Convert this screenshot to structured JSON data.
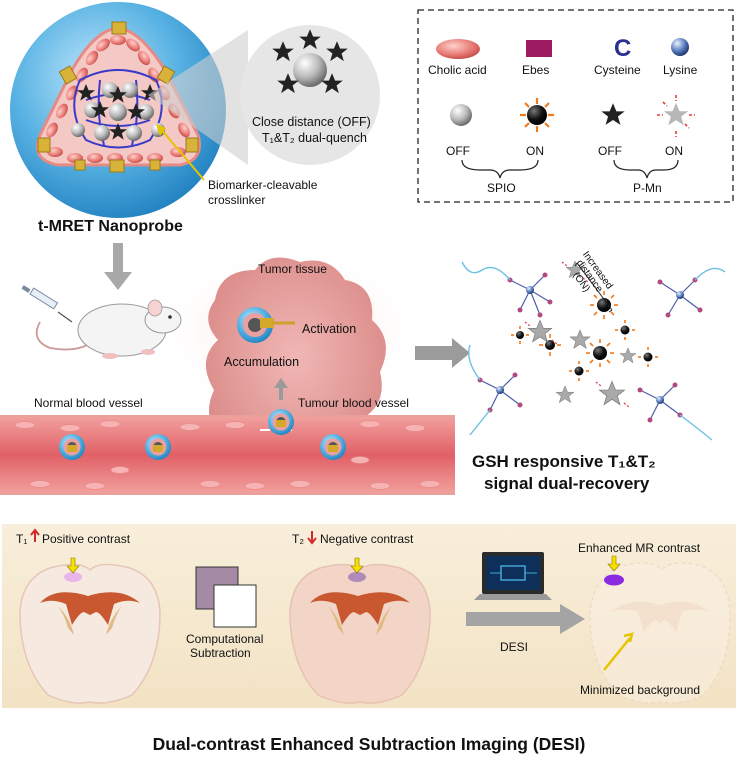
{
  "nanoprobe": {
    "close_distance": "Close distance (OFF)",
    "dual_quench": "T₁&T₂ dual-quench",
    "crosslinker_line1": "Biomarker-cleavable",
    "crosslinker_line2": "crosslinker",
    "title": "t-MRET Nanoprobe"
  },
  "legend": {
    "cholic_acid": "Cholic acid",
    "ebes": "Ebes",
    "cysteine": "Cysteine",
    "lysine": "Lysine",
    "off1": "OFF",
    "on1": "ON",
    "off2": "OFF",
    "on2": "ON",
    "spio": "SPIO",
    "pmn": "P-Mn"
  },
  "delivery": {
    "tumor_tissue": "Tumor tissue",
    "activation": "Activation",
    "accumulation": "Accumulation",
    "normal_vessel": "Normal blood vessel",
    "tumour_vessel": "Tumour blood vessel"
  },
  "recovery": {
    "increased_distance": [
      "Increased",
      "distance",
      "(ON)"
    ],
    "title_line1": "GSH responsive T₁&T₂",
    "title_line2": "signal dual-recovery"
  },
  "desi_panel": {
    "t1_label": "T₁",
    "positive_contrast": "Positive contrast",
    "t2_label": "T₂",
    "negative_contrast": "Negative contrast",
    "computational": "Computational",
    "subtraction": "Subtraction",
    "desi": "DESI",
    "enhanced": "Enhanced MR contrast",
    "minimized": "Minimized background"
  },
  "footer": {
    "title": "Dual-contrast Enhanced Subtraction Imaging (DESI)"
  },
  "colors": {
    "shell_blue": "#4aa6dc",
    "cholic_pink": "#e86f6f",
    "vessel_red": "#d9545a",
    "tumor_pink": "#e8a3a3",
    "panel_beige": "#f7ecd6",
    "brain_orange": "#c9572f",
    "highlight_purple": "#8a2be2"
  }
}
